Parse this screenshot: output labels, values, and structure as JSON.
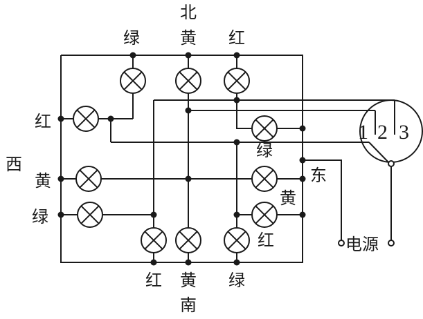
{
  "diagram": {
    "title": "",
    "directions": {
      "north": "北",
      "south": "南",
      "west": "西",
      "east": "东"
    },
    "north_lamps": [
      "绿",
      "黄",
      "红"
    ],
    "south_lamps": [
      "红",
      "黄",
      "绿"
    ],
    "west_lamps": [
      "红",
      "黄",
      "绿"
    ],
    "east_lamps": [
      "绿",
      "黄",
      "红"
    ],
    "switch": {
      "contacts": [
        "1",
        "2",
        "3"
      ]
    },
    "power_source": "电源"
  }
}
